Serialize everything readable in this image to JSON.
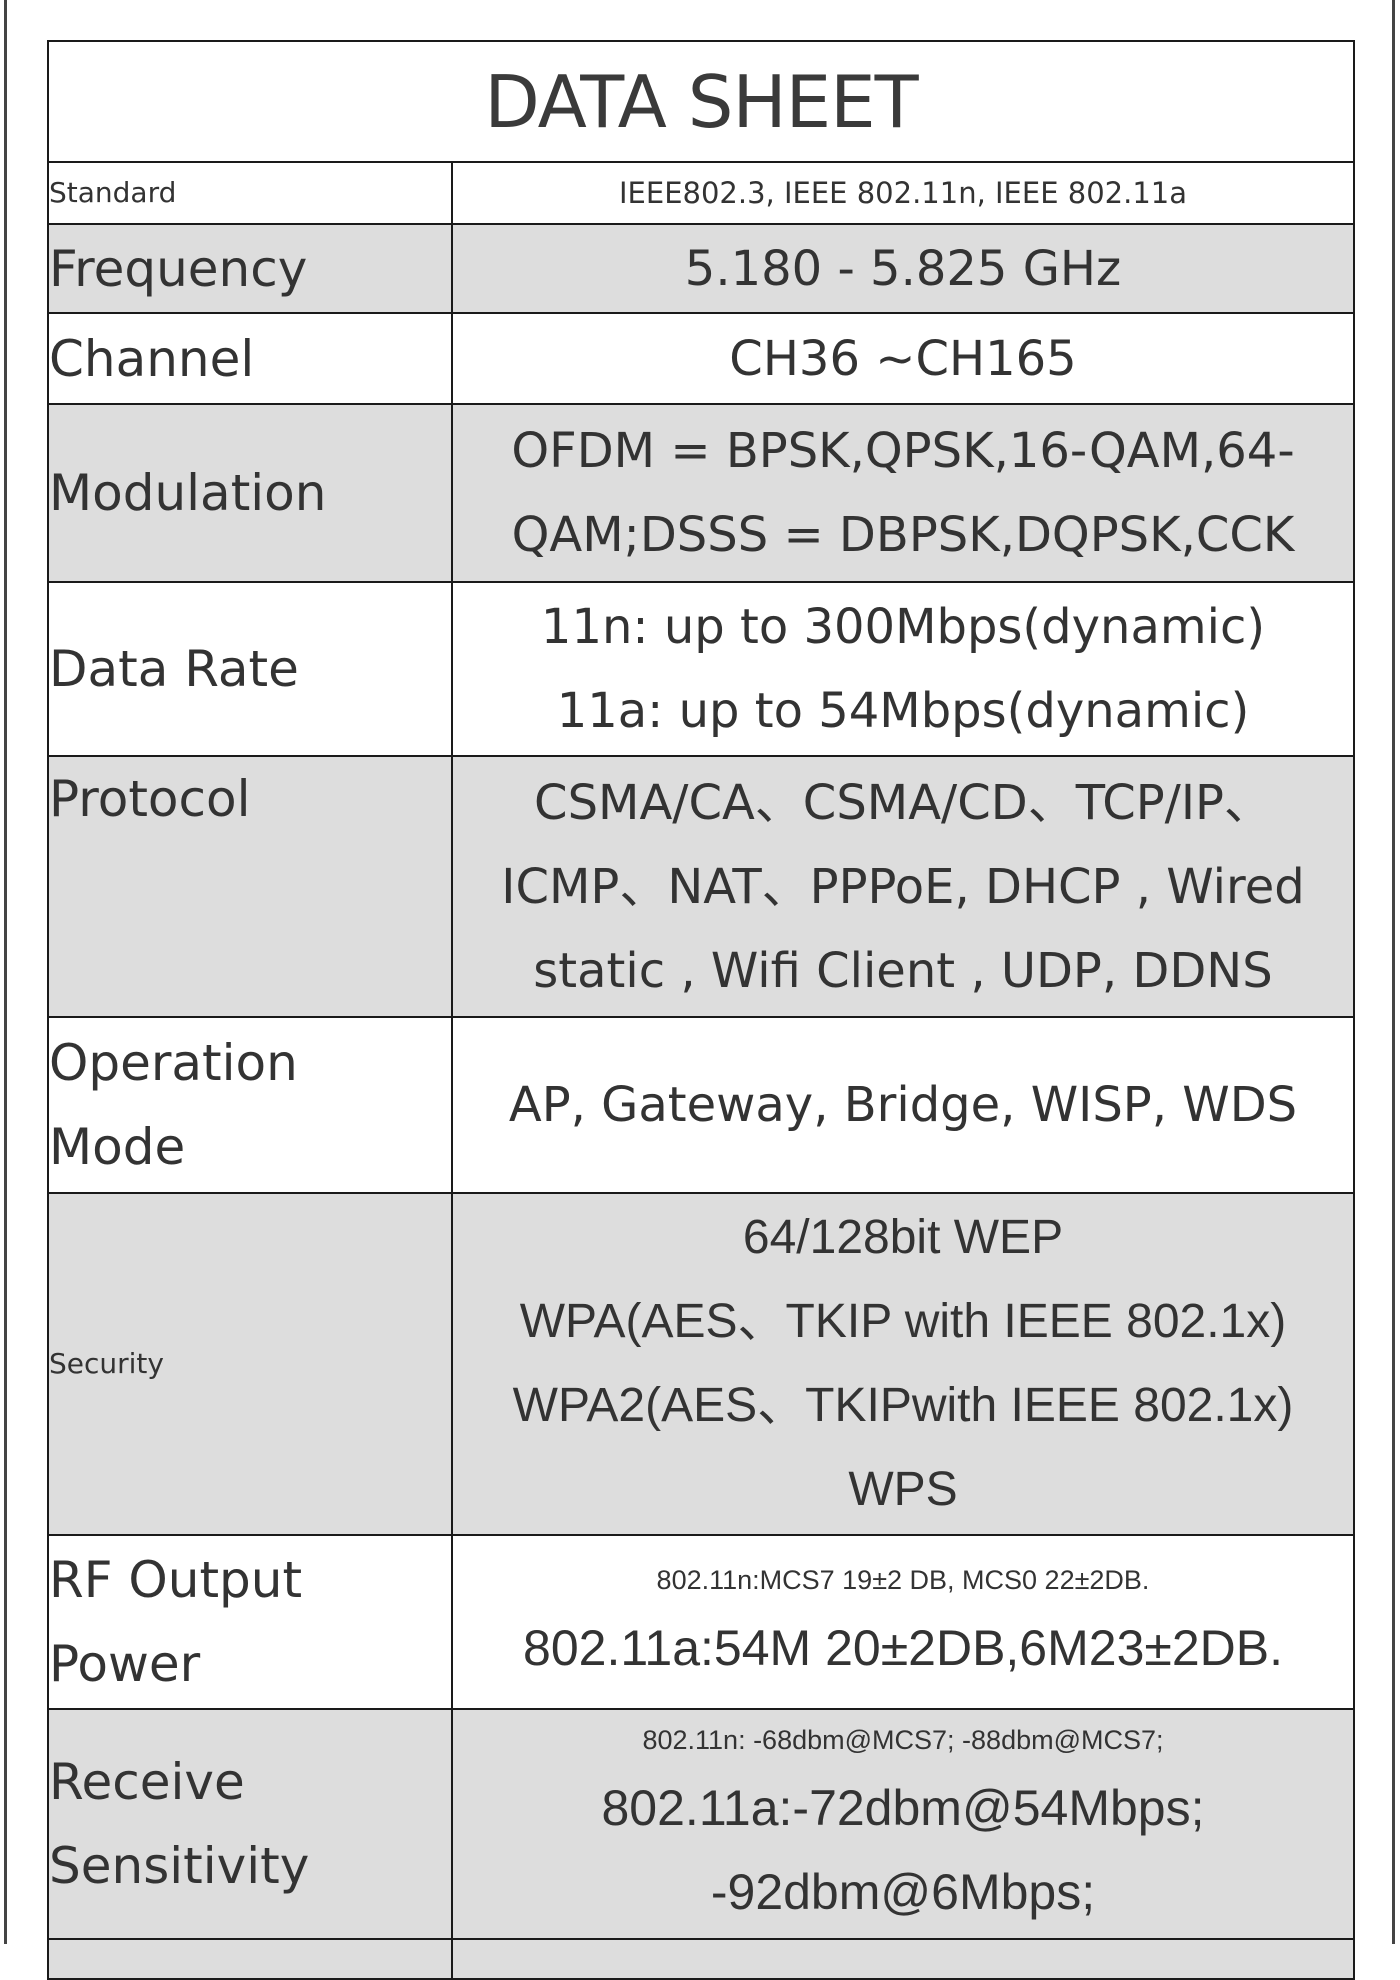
{
  "title": "DATA SHEET",
  "rows": {
    "standard": {
      "label": "Standard",
      "value": "IEEE802.3, IEEE 802.11n, IEEE 802.11a"
    },
    "frequency": {
      "label": "Frequency",
      "value": "5.180 - 5.825 GHz"
    },
    "channel": {
      "label": "Channel",
      "value": "CH36 ~CH165"
    },
    "modulation": {
      "label": "Modulation",
      "lines": [
        "OFDM = BPSK,QPSK,16-QAM,64-",
        "QAM;DSSS = DBPSK,DQPSK,CCK"
      ]
    },
    "data_rate": {
      "label": "Data Rate",
      "lines": [
        "11n: up to 300Mbps(dynamic)",
        "11a: up to 54Mbps(dynamic)"
      ]
    },
    "protocol": {
      "label": "Protocol",
      "lines": [
        "CSMA/CA、CSMA/CD、TCP/IP、",
        "ICMP、NAT、PPPoE, DHCP , Wired",
        "static , Wifi Client , UDP, DDNS"
      ]
    },
    "operation_mode": {
      "label_lines": [
        "Operation",
        "Mode"
      ],
      "value": "AP, Gateway, Bridge, WISP, WDS"
    },
    "security": {
      "label": "Security",
      "lines": [
        "64/128bit WEP",
        "WPA(AES、TKIP with IEEE 802.1x)",
        "WPA2(AES、TKIPwith IEEE 802.1x)",
        "WPS"
      ]
    },
    "rf_output_power": {
      "label_lines": [
        "RF Output",
        "Power"
      ],
      "line_small": "802.11n:MCS7 19±2 DB, MCS0 22±2DB.",
      "line_big": "802.11a:54M 20±2DB,6M23±2DB."
    },
    "receive_sensitivity": {
      "label_lines": [
        "Receive",
        "Sensitivity"
      ],
      "line_small": "802.11n: -68dbm@MCS7; -88dbm@MCS7;",
      "lines_big": [
        "802.11a:-72dbm@54Mbps;",
        "-92dbm@6Mbps;"
      ]
    }
  }
}
